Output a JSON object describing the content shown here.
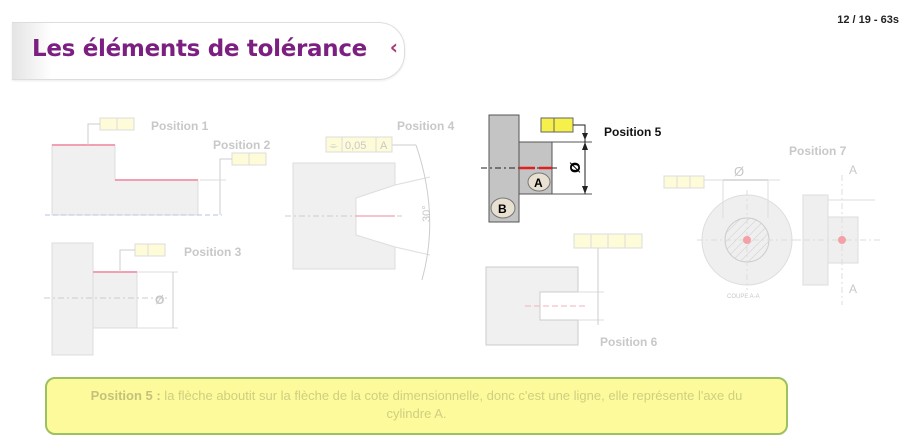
{
  "header": {
    "title": "Les éléments de tolérance",
    "back_icon": "‹",
    "counter": "12 / 19 - 63s"
  },
  "figures": {
    "pos1": "Position 1",
    "pos2": "Position 2",
    "pos3": "Position 3",
    "pos4": "Position 4",
    "pos5": "Position 5",
    "pos6": "Position 6",
    "pos7": "Position 7",
    "pos4_symbol": "⌯",
    "pos4_tolerance": "0,05",
    "pos4_datum": "A",
    "pos4_angle": "30°",
    "datum_a": "A",
    "datum_b": "B",
    "diameter": "Ø",
    "section_label": "COUPE A-A",
    "section_a": "A"
  },
  "caption": {
    "bold": "Position 5 :",
    "text": " la flèche aboutit sur la flèche de la cote dimensionnelle, donc c'est une ligne, elle représente l'axe du cylindre A."
  },
  "colors": {
    "title": "#7b1f80",
    "caption_bg": "#fdfa9c",
    "caption_border": "#9dc060",
    "highlight": "#f5f04a"
  }
}
